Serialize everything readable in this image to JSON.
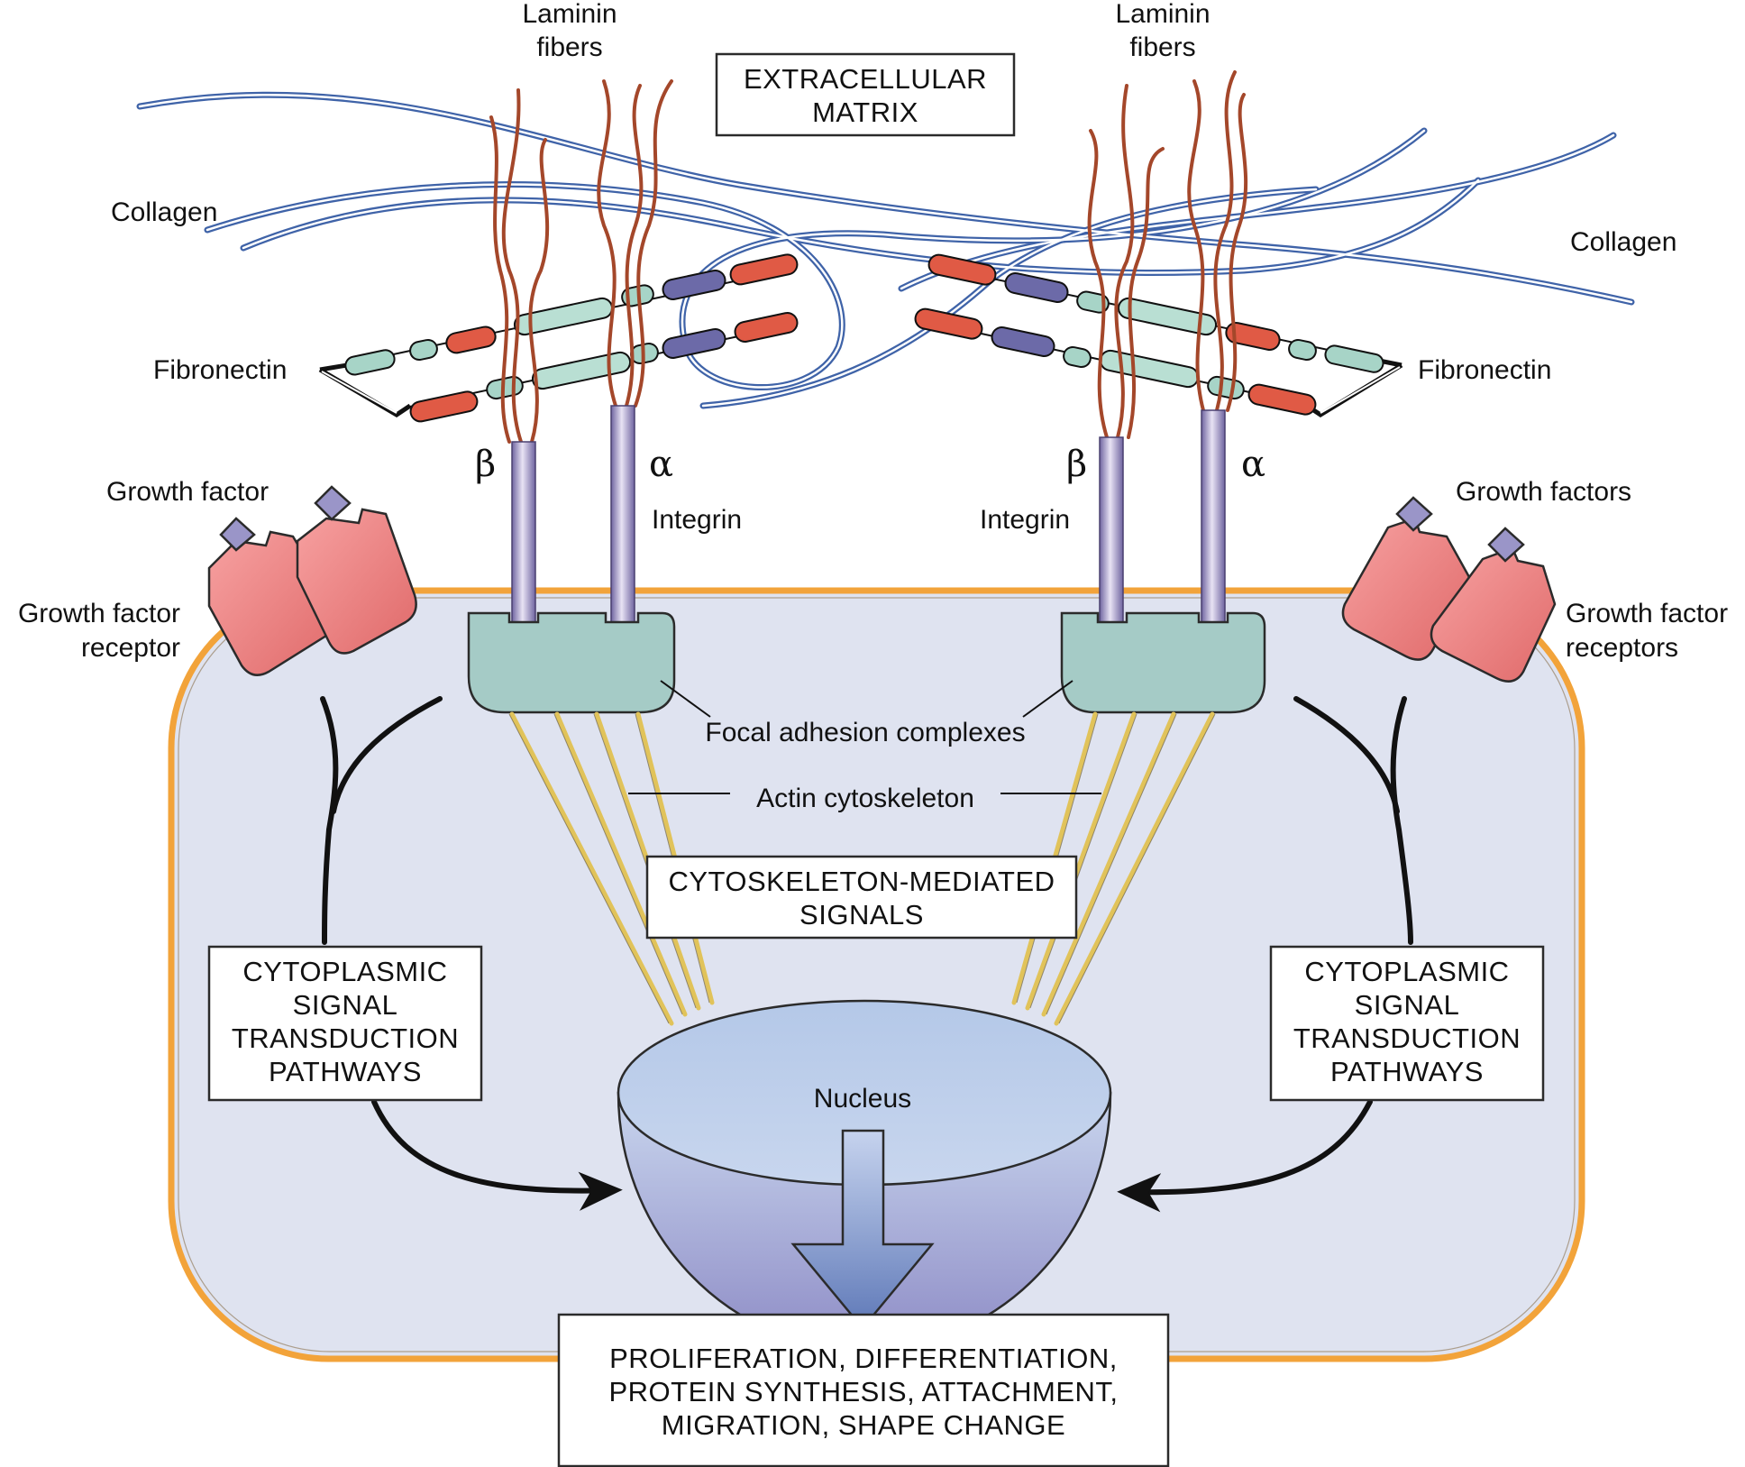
{
  "colors": {
    "cell_fill": "#dfe3f0",
    "cell_membrane": "#f2a33a",
    "collagen": "#3f63a8",
    "laminin": "#a4472a",
    "integrin": "#8a7fb6",
    "focal_adhesion": "#a5cbc6",
    "actin": "#e1c35a",
    "receptor": "#ef7d7d",
    "nucleus_top": "#b9cbe6",
    "nucleus_bottom": "#8f8ec4",
    "arrow": "#111111"
  },
  "labels": {
    "laminin_left": [
      "Laminin",
      "fibers"
    ],
    "laminin_right": [
      "Laminin",
      "fibers"
    ],
    "ecm": [
      "EXTRACELLULAR",
      "MATRIX"
    ],
    "collagen_left": "Collagen",
    "collagen_right": "Collagen",
    "fibronectin_left": "Fibronectin",
    "fibronectin_right": "Fibronectin",
    "beta_left": "β",
    "alpha_left": "α",
    "beta_right": "β",
    "alpha_right": "α",
    "integrin_left": "Integrin",
    "integrin_right": "Integrin",
    "growth_factor_left": "Growth factor",
    "growth_factors_right": "Growth factors",
    "gf_receptor_left": [
      "Growth factor",
      "receptor"
    ],
    "gf_receptors_right": [
      "Growth factor",
      "receptors"
    ],
    "focal_adhesion": "Focal adhesion complexes",
    "actin": "Actin cytoskeleton",
    "cytoskeleton_signals": [
      "CYTOSKELETON-MEDIATED",
      "SIGNALS"
    ],
    "cytoplasmic_left": [
      "CYTOPLASMIC",
      "SIGNAL",
      "TRANSDUCTION",
      "PATHWAYS"
    ],
    "cytoplasmic_right": [
      "CYTOPLASMIC",
      "SIGNAL",
      "TRANSDUCTION",
      "PATHWAYS"
    ],
    "nucleus": "Nucleus",
    "outcomes": [
      "PROLIFERATION, DIFFERENTIATION,",
      "PROTEIN SYNTHESIS, ATTACHMENT,",
      "MIGRATION, SHAPE CHANGE"
    ]
  }
}
